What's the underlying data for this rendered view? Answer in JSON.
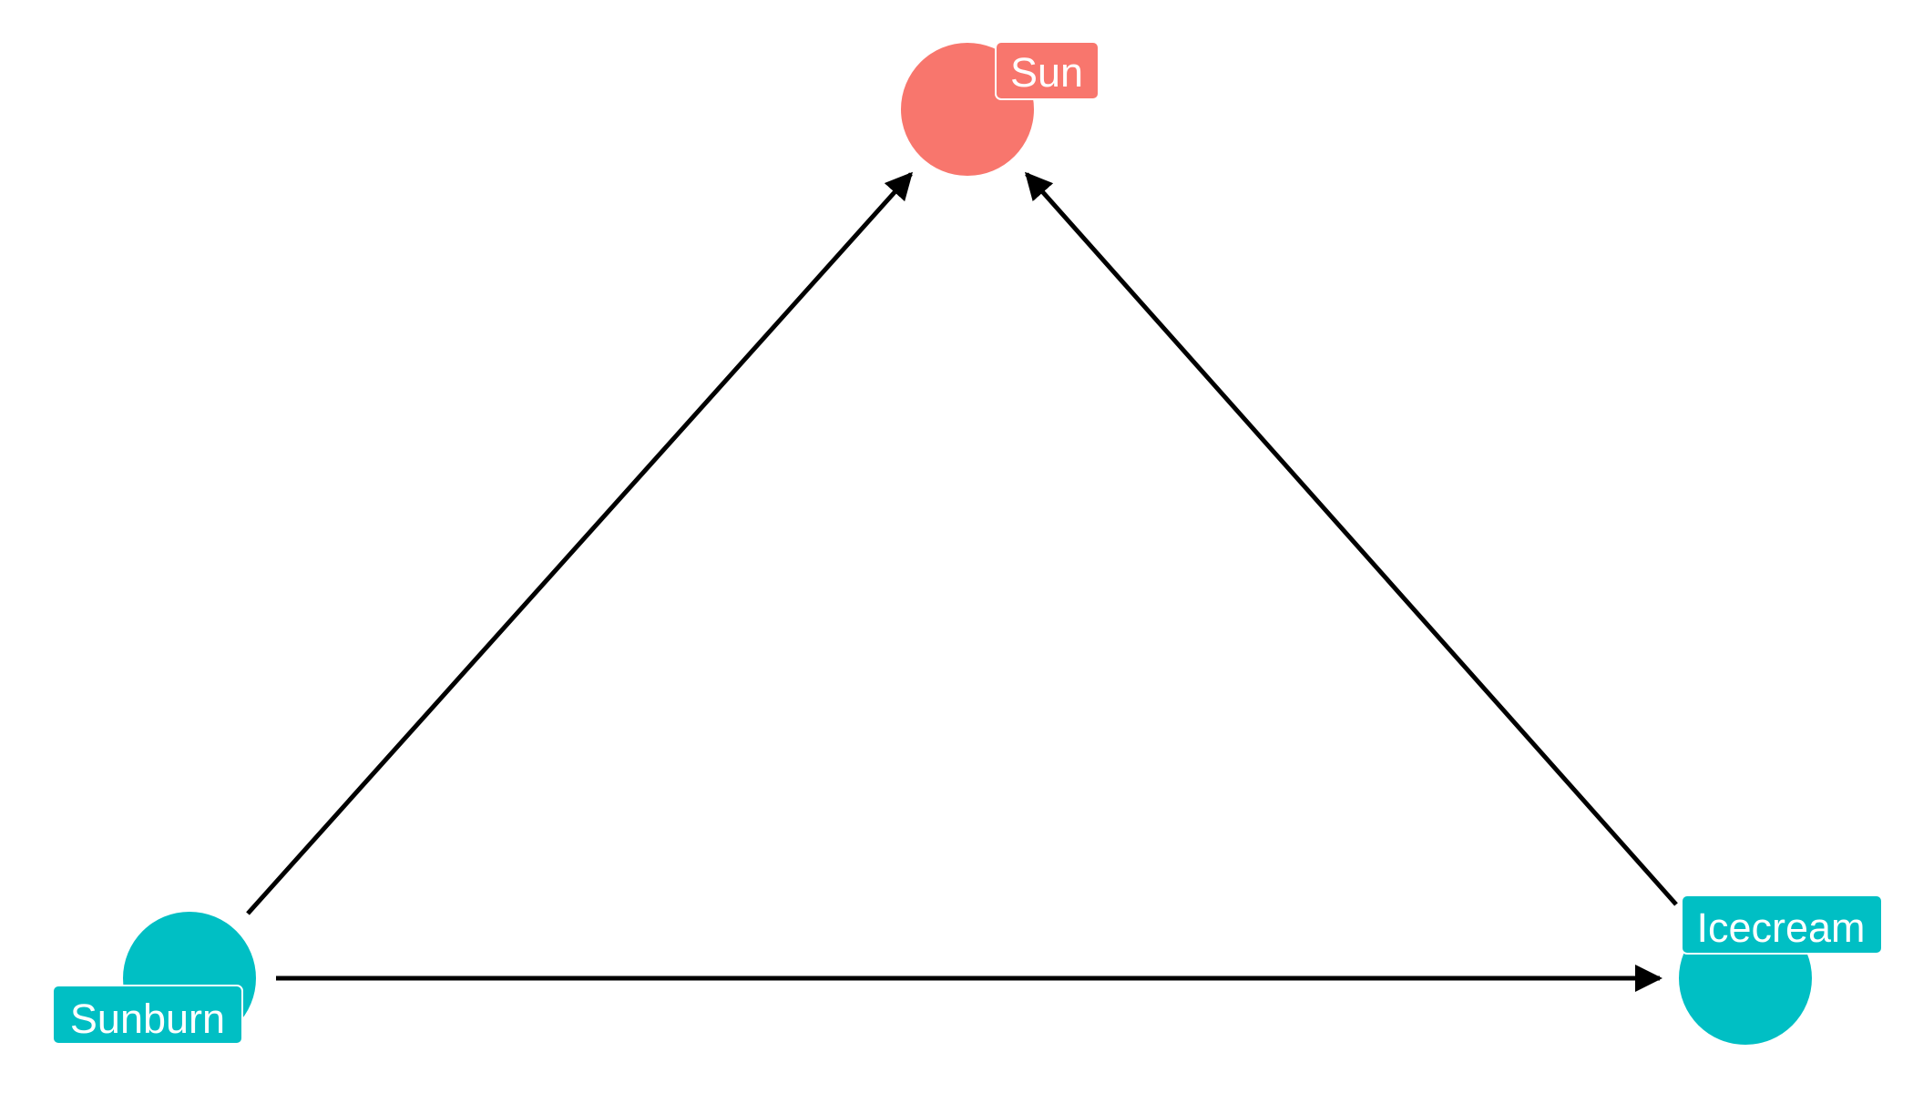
{
  "colors": {
    "exposure": "#F8766D",
    "other": "#00BFC4",
    "edge": "#000000",
    "label_text": "#FFFFFF",
    "background": "#FFFFFF"
  },
  "nodes": [
    {
      "id": "sun",
      "label": "Sun",
      "group": "exposure"
    },
    {
      "id": "sunburn",
      "label": "Sunburn",
      "group": "other"
    },
    {
      "id": "icecream",
      "label": "Icecream",
      "group": "other"
    }
  ],
  "edges": [
    {
      "from": "Sunburn",
      "to": "Sun"
    },
    {
      "from": "Icecream",
      "to": "Sun"
    },
    {
      "from": "Sunburn",
      "to": "Icecream"
    }
  ]
}
